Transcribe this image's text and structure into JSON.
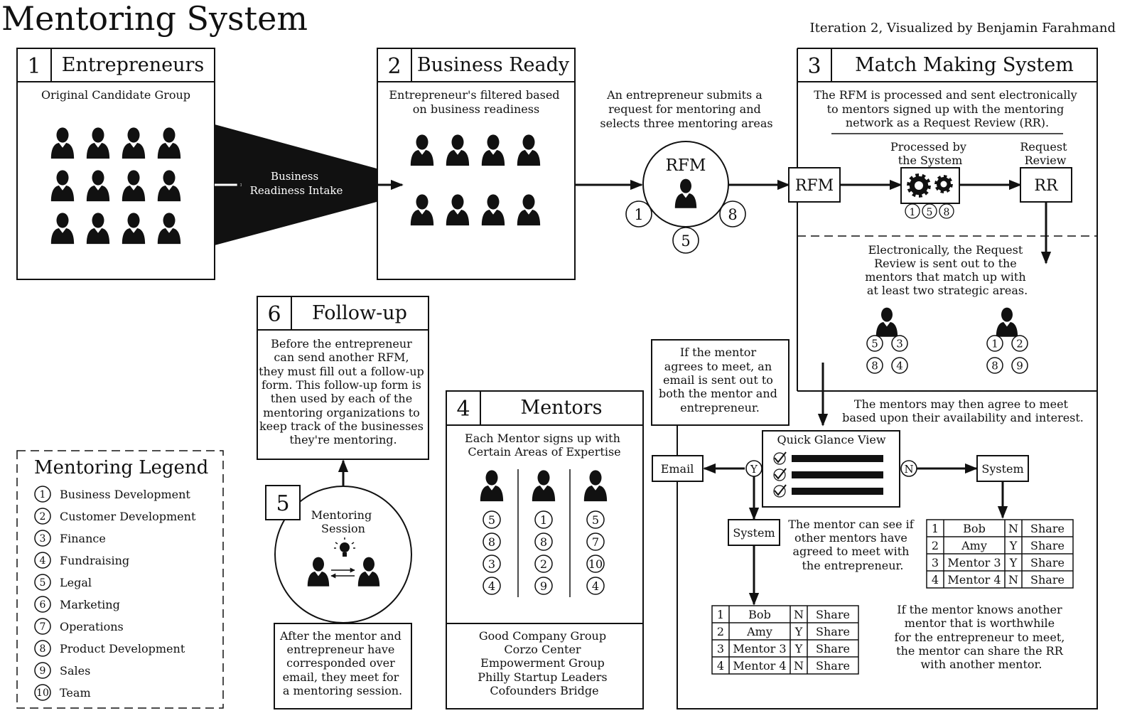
{
  "title": "Mentoring System",
  "subtitle": "Iteration 2, Visualized by Benjamin Farahmand",
  "colors": {
    "ink": "#111111",
    "paper": "#ffffff"
  },
  "icons": [
    "person-icon",
    "gear-icon",
    "checkmark-icon",
    "lightbulb-icon",
    "exchange-arrows-icon"
  ],
  "sections": {
    "entrepreneurs": {
      "num": "1",
      "title": "Entrepreneurs",
      "caption": "Original Candidate Group"
    },
    "business_ready": {
      "num": "2",
      "title": "Business Ready",
      "caption": [
        "Entrepreneur's filtered based",
        "on business readiness"
      ]
    },
    "match_making": {
      "num": "3",
      "title": "Match Making System",
      "caption": [
        "The RFM is processed and sent electronically",
        "to mentors signed up with the mentoring",
        "network as a Request Review (RR)."
      ]
    },
    "mentors": {
      "num": "4",
      "title": "Mentors",
      "caption": [
        "Each Mentor signs up with",
        "Certain Areas of Expertise"
      ],
      "columns": [
        [
          "5",
          "8",
          "3",
          "4"
        ],
        [
          "1",
          "8",
          "2",
          "9"
        ],
        [
          "5",
          "7",
          "10",
          "4"
        ]
      ],
      "organizations": [
        "Good Company Group",
        "Corzo Center",
        "Empowerment Group",
        "Philly Startup Leaders",
        "Cofounders Bridge"
      ]
    },
    "session": {
      "num": "5",
      "title": [
        "Mentoring",
        "Session"
      ],
      "caption": [
        "After the mentor and",
        "entrepreneur have",
        "corresponded over",
        "email, they meet for",
        "a mentoring session."
      ]
    },
    "follow_up": {
      "num": "6",
      "title": "Follow-up",
      "caption": [
        "Before the entrepreneur",
        "can send another RFM,",
        "they must fill out a follow-up",
        "form. This follow-up form is",
        "then used by each of the",
        "mentoring organizations to",
        "keep track of the businesses",
        "they're mentoring."
      ]
    }
  },
  "intake_label": [
    "Business",
    "Readiness Intake"
  ],
  "rfm": {
    "note": [
      "An entrepreneur submits a",
      "request for mentoring and",
      "selects three mentoring areas"
    ],
    "label": "RFM",
    "areas": [
      "1",
      "5",
      "8"
    ]
  },
  "system": {
    "rfm_box": "RFM",
    "processed_label": [
      "Processed by",
      "the System"
    ],
    "processed_areas": [
      "1",
      "5",
      "8"
    ],
    "rr_label": [
      "Request",
      "Review"
    ],
    "rr_box": "RR",
    "electronic_note": [
      "Electronically, the Request",
      "Review is sent out to the",
      "mentors that match up with",
      "at least two strategic areas."
    ],
    "mentor_a": [
      "5",
      "3",
      "8",
      "4"
    ],
    "mentor_b": [
      "1",
      "2",
      "8",
      "9"
    ],
    "agree_note": [
      "The mentors may then agree to meet",
      "based upon their availability and interest."
    ],
    "email_note": [
      "If the mentor",
      "agrees to meet, an",
      "email is sent out to",
      "both the mentor and",
      "entrepreneur."
    ],
    "quick_glance": "Quick Glance View",
    "email_box": "Email",
    "yes_label": "Y",
    "no_label": "N",
    "system_box": "System",
    "see_note": [
      "The mentor can see if",
      "other mentors have",
      "agreed to meet with",
      "the entrepreneur."
    ],
    "share_note": [
      "If the mentor knows another",
      "mentor that is worthwhile",
      "for the entrepreneur to meet,",
      "the  mentor can share the RR",
      "with another mentor."
    ],
    "table_rows": [
      [
        "1",
        "Bob",
        "N",
        "Share"
      ],
      [
        "2",
        "Amy",
        "Y",
        "Share"
      ],
      [
        "3",
        "Mentor 3",
        "Y",
        "Share"
      ],
      [
        "4",
        "Mentor 4",
        "N",
        "Share"
      ]
    ]
  },
  "legend": {
    "title": "Mentoring Legend",
    "items": [
      {
        "num": "1",
        "label": "Business Development"
      },
      {
        "num": "2",
        "label": "Customer Development"
      },
      {
        "num": "3",
        "label": "Finance"
      },
      {
        "num": "4",
        "label": "Fundraising"
      },
      {
        "num": "5",
        "label": "Legal"
      },
      {
        "num": "6",
        "label": "Marketing"
      },
      {
        "num": "7",
        "label": "Operations"
      },
      {
        "num": "8",
        "label": "Product Development"
      },
      {
        "num": "9",
        "label": "Sales"
      },
      {
        "num": "10",
        "label": "Team"
      }
    ]
  }
}
